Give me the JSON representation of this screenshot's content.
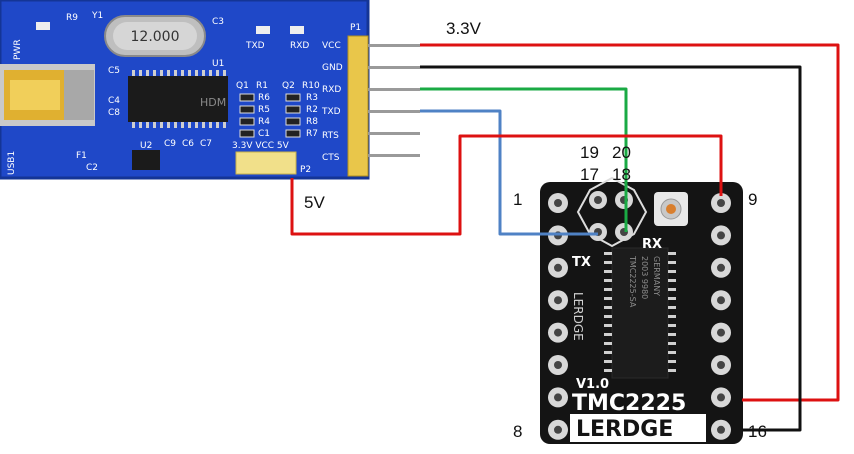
{
  "wire_labels": {
    "v33": "3.3V",
    "v5": "5V"
  },
  "pin_labels": {
    "p19": "19",
    "p20": "20",
    "p17": "17",
    "p18": "18",
    "p1": "1",
    "p9": "9",
    "p8": "8",
    "p16": "16"
  },
  "usb_board": {
    "header_name": "P1",
    "header_pins": [
      "VCC",
      "GND",
      "RXD",
      "TXD",
      "RTS",
      "CTS"
    ],
    "crystal": "12.000",
    "ic_marking": "HDM",
    "leds": [
      "PWR",
      "TXD",
      "RXD"
    ],
    "jumper_label": "3.3V VCC 5V",
    "jumper_name": "P2",
    "usb_label": "USB1",
    "refs": [
      "Y1",
      "C3",
      "C5",
      "C4",
      "C8",
      "U1",
      "U2",
      "C9",
      "C6",
      "C7",
      "Q1",
      "R1",
      "Q2",
      "R10",
      "R6",
      "R3",
      "R5",
      "R2",
      "R4",
      "R8",
      "F1",
      "C2",
      "C1",
      "R9",
      "R7"
    ]
  },
  "driver_board": {
    "brand": "LERDGE",
    "model": "TMC2225",
    "version": "V1.0",
    "tx_label": "TX",
    "rx_label": "RX",
    "chip_text": [
      "TMC2225-SA",
      "2003 9980",
      "GERMANY"
    ],
    "side_text": "LERDGE"
  },
  "colors": {
    "red": "#dd1111",
    "black": "#111111",
    "green": "#1aaa44",
    "blue": "#4f82c5",
    "pcb_blue": "#1f48c8",
    "pcb_black": "#141414",
    "gold": "#d9b43a"
  }
}
